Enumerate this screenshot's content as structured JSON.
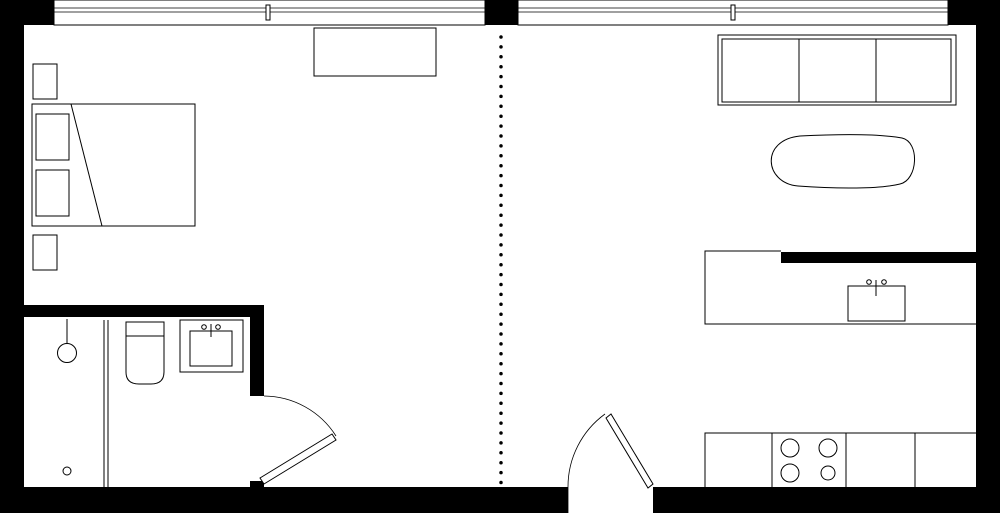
{
  "plan": {
    "colors": {
      "wall": "#000000",
      "background": "#ffffff",
      "line": "#000000"
    },
    "rooms": [
      "bedroom",
      "bathroom",
      "living-room",
      "kitchen"
    ],
    "fixtures": {
      "stove_burners": 4,
      "sofa_cushions": 3,
      "bed_pillows": 2,
      "nightstands": 2,
      "sinks": 2
    },
    "icons": [
      "bed-icon",
      "sofa-icon",
      "toilet-icon",
      "sink-icon",
      "stove-icon",
      "shower-icon",
      "door-icon",
      "window-icon"
    ]
  }
}
